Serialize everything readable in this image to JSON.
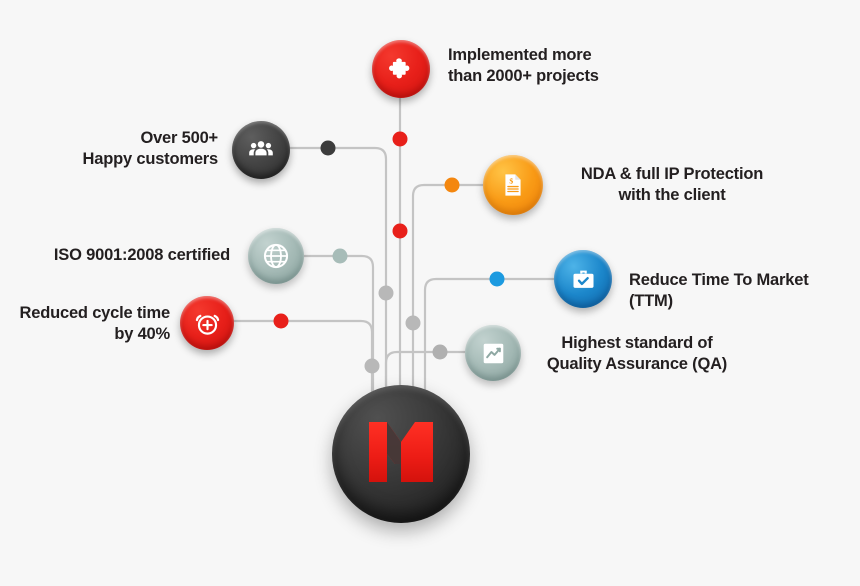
{
  "diagram": {
    "title": "Company strengths infographic",
    "background_color": "#f7f7f7",
    "hub": {
      "name": "central-hub",
      "logo_text": "M",
      "logo_color": "#e8201a",
      "sphere_color": "#2b2b2b"
    },
    "connector_color": "#c4c4c4",
    "nodes": [
      {
        "id": "projects",
        "label": "Implemented more\nthan 2000+ projects",
        "icon": "puzzle-piece-icon",
        "color": "#e8201a",
        "dot_color": "#e8201a",
        "label_side": "right"
      },
      {
        "id": "customers",
        "label": "Over 500+\nHappy customers",
        "icon": "people-group-icon",
        "color": "#3c3c3c",
        "dot_color": "#3c3c3c",
        "label_side": "left"
      },
      {
        "id": "iso",
        "label": "ISO 9001:2008 certified",
        "icon": "globe-icon",
        "color": "#a7bcb8",
        "dot_color": "#a7bcb8",
        "label_side": "left"
      },
      {
        "id": "cycle",
        "label": "Reduced cycle time\nby 40%",
        "icon": "alarm-clock-icon",
        "color": "#e8201a",
        "dot_color": "#e8201a",
        "label_side": "left"
      },
      {
        "id": "nda",
        "label": "NDA & full IP Protection\nwith  the client",
        "icon": "document-icon",
        "color": "#f99b16",
        "dot_color": "#f4870f",
        "label_side": "right"
      },
      {
        "id": "ttm",
        "label": "Reduce Time To Market (TTM)",
        "icon": "briefcase-check-icon",
        "color": "#1c87cb",
        "dot_color": "#1c9ae0",
        "label_side": "right"
      },
      {
        "id": "qa",
        "label": "Highest standard of\nQuality Assurance (QA)",
        "icon": "chart-line-icon",
        "color": "#a7bcb8",
        "dot_color": "#b0b0b0",
        "label_side": "right"
      }
    ]
  }
}
